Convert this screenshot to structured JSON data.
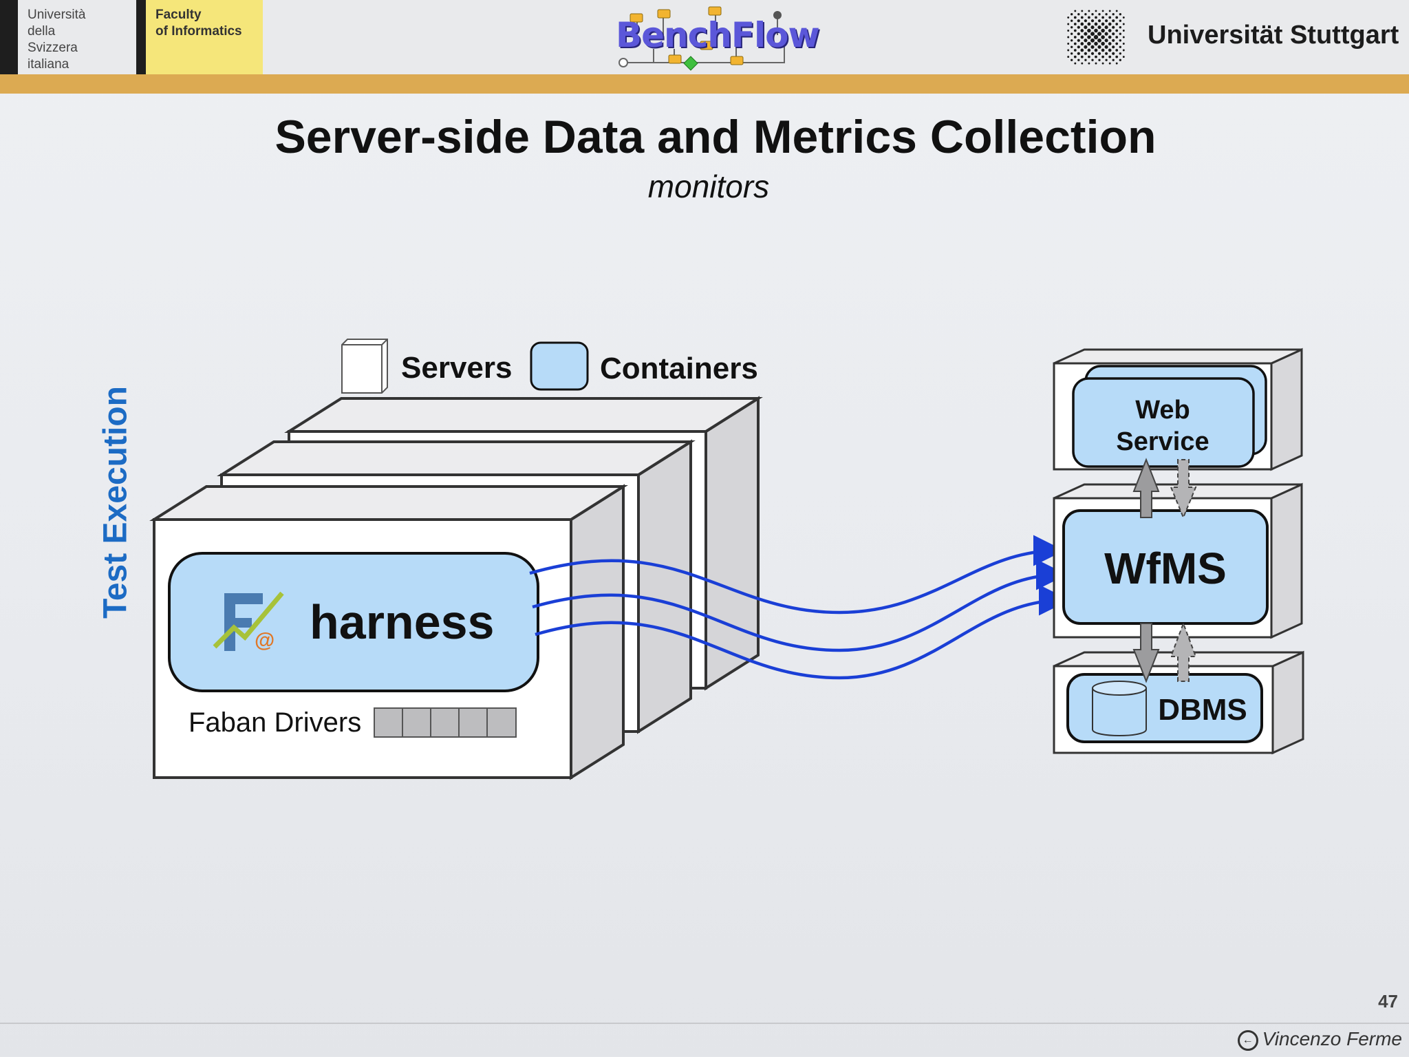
{
  "header": {
    "usi_name": "Università\ndella\nSvizzera\nitaliana",
    "faculty": "Faculty\nof Informatics",
    "project_logo": "BenchFlow",
    "university": "Universität Stuttgart"
  },
  "slide": {
    "title": "Server-side Data and Metrics Collection",
    "subtitle": "monitors",
    "side_label": "Test Execution",
    "page_number": "47",
    "author": "Vincenzo Ferme"
  },
  "legend": {
    "servers": "Servers",
    "containers": "Containers"
  },
  "diagram": {
    "harness": "harness",
    "faban_drivers": "Faban Drivers",
    "faban_logo_at": "@",
    "web_service_line1": "Web",
    "web_service_line2": "Service",
    "wfms": "WfMS",
    "dbms": "DBMS"
  },
  "colors": {
    "container_fill": "#b7dbf8",
    "connector_blue": "#1a3fd6",
    "header_band": "#dcaa52",
    "side_label": "#1c6bc4"
  }
}
